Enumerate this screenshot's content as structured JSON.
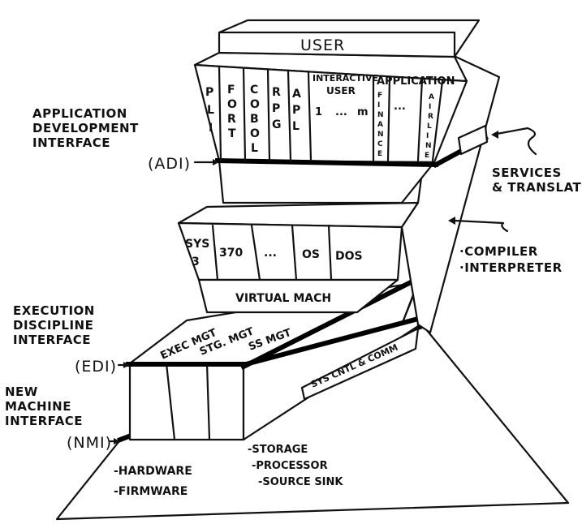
{
  "layers": {
    "user": "USER",
    "languages": [
      "P L I",
      "FORT",
      "COBOL",
      "RPG",
      "APL"
    ],
    "interactive_user": [
      "INTERACTIVE",
      "USER"
    ],
    "interactive_range": [
      "1",
      "...",
      "m"
    ],
    "application": "APPLICATION",
    "applications": [
      "FINANCE",
      "...",
      "AIRLINE"
    ],
    "systems": [
      "SYS",
      "3",
      "370",
      "...",
      "OS",
      "DOS"
    ],
    "virtual_mach": "VIRTUAL MACH",
    "mgmt": [
      "EXEC MGT",
      "STG. MGT",
      "SS MGT"
    ],
    "sys_cntl": "SYS CNTL & COMM",
    "base_resources": [
      "-STORAGE",
      "-PROCESSOR",
      "-SOURCE SINK"
    ],
    "base_left": [
      "-HARDWARE",
      "-FIRMWARE"
    ]
  },
  "labels": {
    "adi_desc": [
      "APPLICATION",
      "DEVELOPMENT",
      "INTERFACE"
    ],
    "adi": "(ADI)",
    "edi_desc": [
      "EXECUTION",
      "DISCIPLINE",
      "INTERFACE"
    ],
    "edi": "(EDI)",
    "nmi_desc": [
      "NEW",
      "MACHINE",
      "INTERFACE"
    ],
    "nmi": "(NMI)",
    "services": [
      "SERVICES",
      "& TRANSLATORS"
    ],
    "compiler": [
      "·COMPILER",
      "·INTERPRETER"
    ]
  }
}
